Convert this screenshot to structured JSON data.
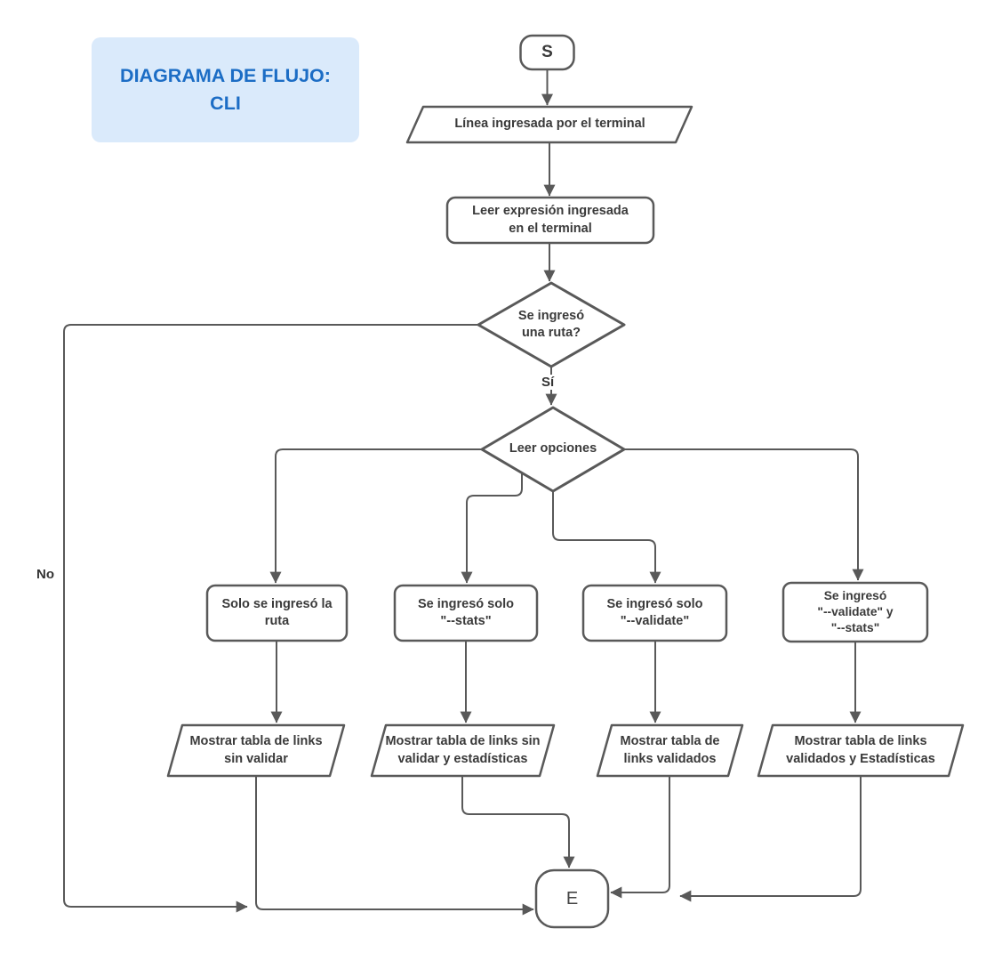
{
  "title": {
    "text": "DIAGRAMA DE FLUJO:\nCLI"
  },
  "colors": {
    "accent_blue": "#1c6dc5",
    "title_bg": "#daeafb",
    "line_gray": "#595959",
    "text_dark": "#3a3a3a",
    "shape_fill": "#ffffff"
  },
  "nodes": {
    "start": "S",
    "input_line": "Línea ingresada por el terminal",
    "read_expression": "Leer expresión ingresada\nen el terminal",
    "route_check": "Se ingresó\nuna ruta?",
    "read_options": "Leer opciones",
    "branch_route_only": "Solo se ingresó la\nruta",
    "branch_stats_only": "Se ingresó solo\n\"--stats\"",
    "branch_validate_only": "Se ingresó solo\n\"--validate\"",
    "branch_validate_stats": "Se ingresó\n\"--validate\" y\n\"--stats\"",
    "output_unvalidated": "Mostrar  tabla de links\nsin validar",
    "output_unvalidated_stats": "Mostrar tabla de links sin\nvalidar y estadísticas",
    "output_validated": "Mostrar tabla de\nlinks validados",
    "output_validated_stats": "Mostrar tabla de links\nvalidados  y Estadísticas",
    "end": "E"
  },
  "edges": {
    "yes_label": "Sí",
    "no_label": "No"
  }
}
